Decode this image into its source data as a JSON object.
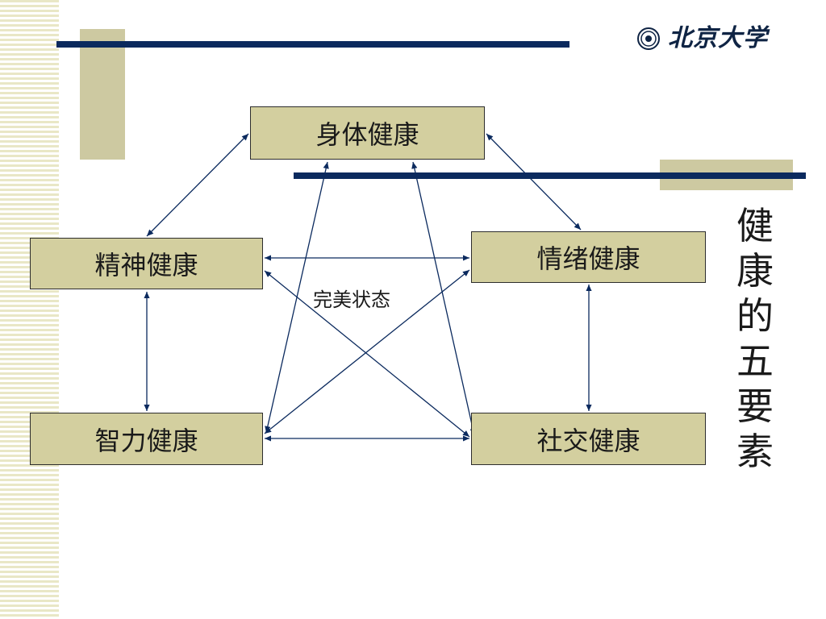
{
  "logo": {
    "text": "北京大学"
  },
  "diagram": {
    "nodes": {
      "body": "身体健康",
      "mental": "精神健康",
      "emotional": "情绪健康",
      "intellectual": "智力健康",
      "social": "社交健康"
    },
    "center_label": "完美状态",
    "links": [
      [
        "body",
        "mental"
      ],
      [
        "body",
        "emotional"
      ],
      [
        "body",
        "intellectual"
      ],
      [
        "body",
        "social"
      ],
      [
        "mental",
        "emotional"
      ],
      [
        "mental",
        "intellectual"
      ],
      [
        "mental",
        "social"
      ],
      [
        "emotional",
        "intellectual"
      ],
      [
        "emotional",
        "social"
      ],
      [
        "intellectual",
        "social"
      ]
    ]
  },
  "side_title": "健康的五要素",
  "colors": {
    "box_fill": "#d3cf9f",
    "accent_bar": "#0b2a5e",
    "accent_block": "#cdc9a1",
    "line": "#0b2a5e"
  }
}
